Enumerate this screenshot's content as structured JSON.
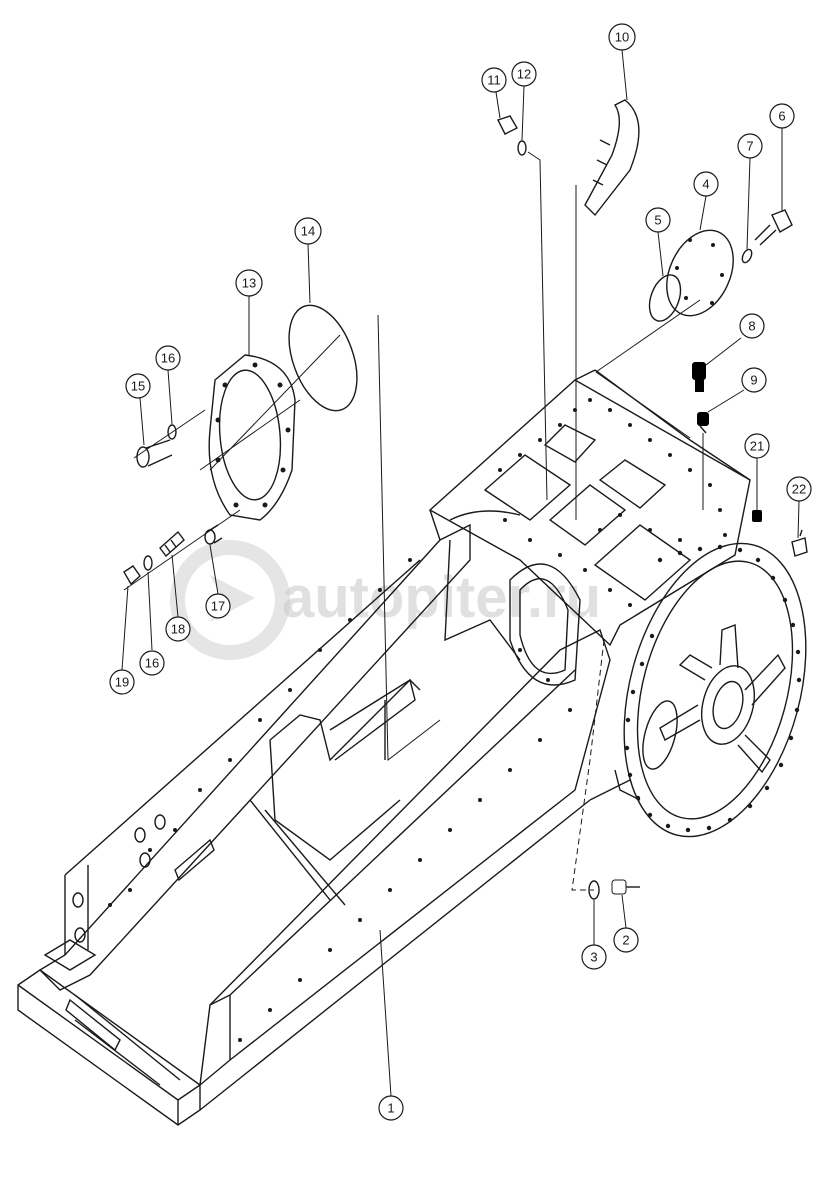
{
  "watermark": {
    "text": "autopiter.ru"
  },
  "callouts": [
    {
      "number": "1"
    },
    {
      "number": "2"
    },
    {
      "number": "3"
    },
    {
      "number": "4"
    },
    {
      "number": "5"
    },
    {
      "number": "6"
    },
    {
      "number": "7"
    },
    {
      "number": "8"
    },
    {
      "number": "9"
    },
    {
      "number": "10"
    },
    {
      "number": "11"
    },
    {
      "number": "12"
    },
    {
      "number": "13"
    },
    {
      "number": "14"
    },
    {
      "number": "15"
    },
    {
      "number": "16"
    },
    {
      "number": "16"
    },
    {
      "number": "17"
    },
    {
      "number": "18"
    },
    {
      "number": "19"
    },
    {
      "number": "21"
    },
    {
      "number": "22"
    }
  ],
  "colors": {
    "ink": "#1a1a1a",
    "paper": "#ffffff",
    "watermark": "#c8c8c8"
  }
}
